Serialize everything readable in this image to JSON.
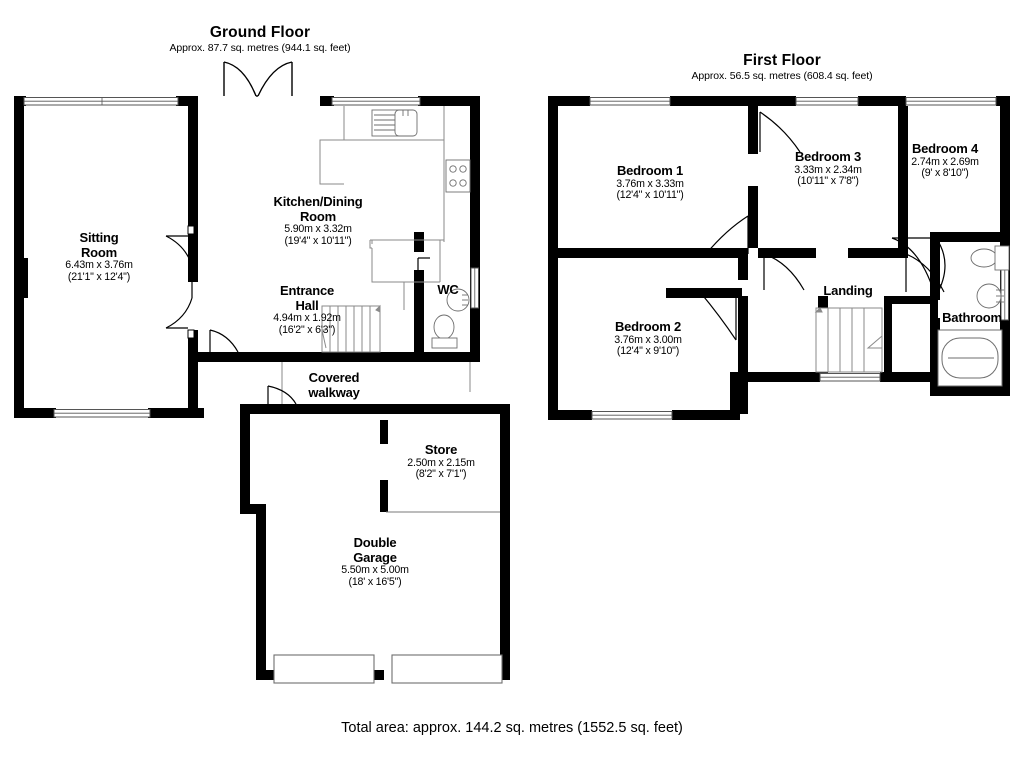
{
  "document": {
    "type": "floor-plan",
    "total_area_text": "Total area: approx. 144.2 sq. metres (1552.5 sq. feet)",
    "background_color": "#ffffff",
    "wall_color": "#000000",
    "fixture_line_color": "#7a7a7a"
  },
  "floors": [
    {
      "id": "ground",
      "title": "Ground Floor",
      "subtitle": "Approx. 87.7 sq. metres (944.1 sq. feet)"
    },
    {
      "id": "first",
      "title": "First Floor",
      "subtitle": "Approx. 56.5 sq. metres (608.4 sq. feet)"
    }
  ],
  "rooms": {
    "sitting_room": {
      "name_line1": "Sitting",
      "name_line2": "Room",
      "dim_metric": "6.43m x 3.76m",
      "dim_imperial": "(21'1\" x 12'4\")"
    },
    "kitchen_dining": {
      "name_line1": "Kitchen/Dining",
      "name_line2": "Room",
      "dim_metric": "5.90m x 3.32m",
      "dim_imperial": "(19'4\" x 10'11\")"
    },
    "entrance_hall": {
      "name_line1": "Entrance",
      "name_line2": "Hall",
      "dim_metric": "4.94m x 1.92m",
      "dim_imperial": "(16'2\" x 6'3\")"
    },
    "wc": {
      "name": "WC"
    },
    "covered_walkway": {
      "name_line1": "Covered",
      "name_line2": "walkway"
    },
    "store": {
      "name": "Store",
      "dim_metric": "2.50m x 2.15m",
      "dim_imperial": "(8'2\" x 7'1\")"
    },
    "double_garage": {
      "name_line1": "Double",
      "name_line2": "Garage",
      "dim_metric": "5.50m x 5.00m",
      "dim_imperial": "(18' x 16'5\")"
    },
    "bedroom_1": {
      "name": "Bedroom 1",
      "dim_metric": "3.76m x 3.33m",
      "dim_imperial": "(12'4\" x 10'11\")"
    },
    "bedroom_2": {
      "name": "Bedroom 2",
      "dim_metric": "3.76m x 3.00m",
      "dim_imperial": "(12'4\" x 9'10\")"
    },
    "bedroom_3": {
      "name": "Bedroom 3",
      "dim_metric": "3.33m x 2.34m",
      "dim_imperial": "(10'11\" x 7'8\")"
    },
    "bedroom_4": {
      "name": "Bedroom 4",
      "dim_metric": "2.74m x 2.69m",
      "dim_imperial": "(9' x 8'10\")"
    },
    "landing": {
      "name": "Landing"
    },
    "bathroom": {
      "name": "Bathroom"
    }
  },
  "fixtures": [
    "kitchen-sink-icon",
    "kitchen-drainer-icon",
    "kitchen-hob-icon",
    "wc-toilet-icon",
    "wc-basin-icon",
    "bathroom-toilet-icon",
    "bathroom-basin-icon",
    "bathroom-bath-icon",
    "ground-floor-stairs-icon",
    "first-floor-stairs-icon",
    "garage-door-left-icon",
    "garage-door-right-icon"
  ]
}
